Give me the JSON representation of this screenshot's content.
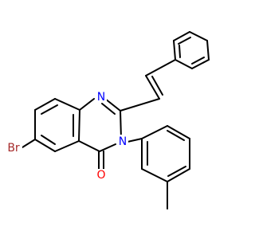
{
  "molecule": {
    "atom_labels": {
      "bromine": "Br",
      "nitrogen_1": "N",
      "nitrogen_3": "N",
      "oxygen": "O"
    },
    "colors": {
      "bond": "#000000",
      "bromine": "#a52a2a",
      "nitrogen": "#0000ff",
      "oxygen": "#ff0000"
    }
  }
}
